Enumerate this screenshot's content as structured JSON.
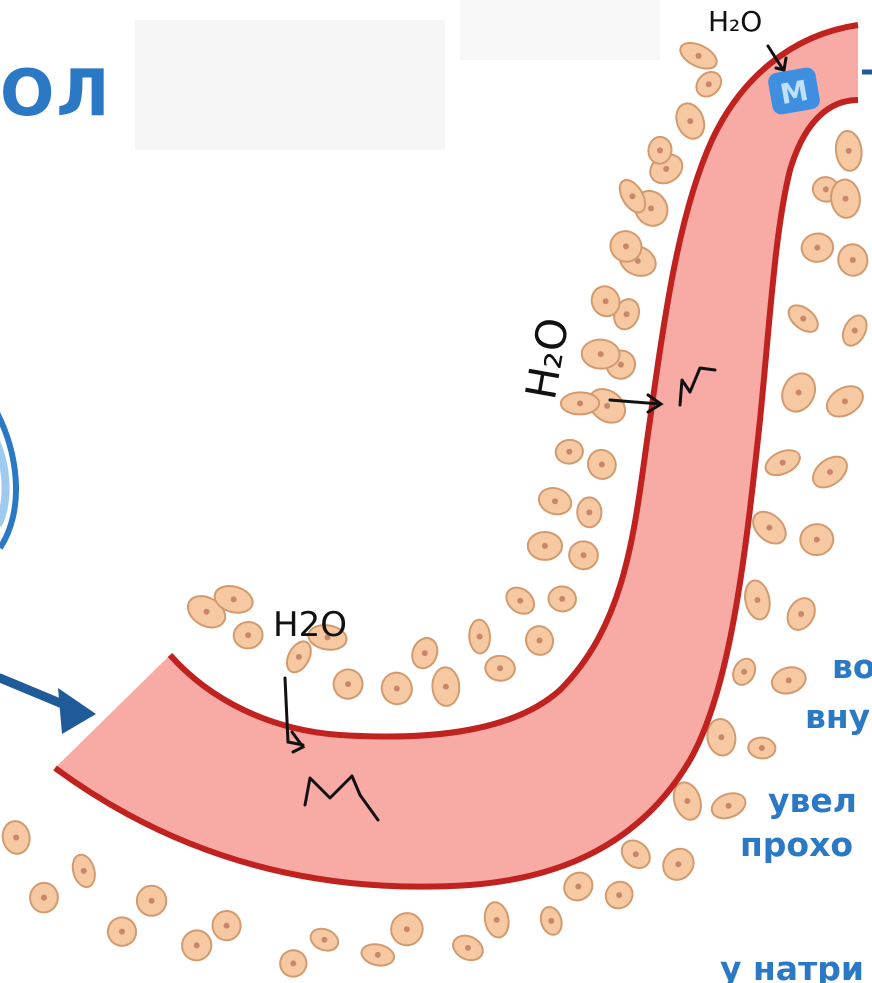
{
  "heading": "ОЛ",
  "side_text": [
    "во",
    "вну",
    "увел",
    "прохо",
    "у натри"
  ],
  "handwritten": {
    "water": "H2O",
    "water_subscript_top": "H₂O",
    "water_middle": "H₂O",
    "water_bottom": "H₂O",
    "m_label": "M"
  },
  "molecule_badge": "M",
  "colors": {
    "accent": "#2b78c5",
    "tube_fill": "#f8aaa5",
    "tube_wall": "#c0221f",
    "cell_fill": "#f7c9a2",
    "cell_stroke": "#d29b6f",
    "badge_fill": "#3f8fe0"
  }
}
